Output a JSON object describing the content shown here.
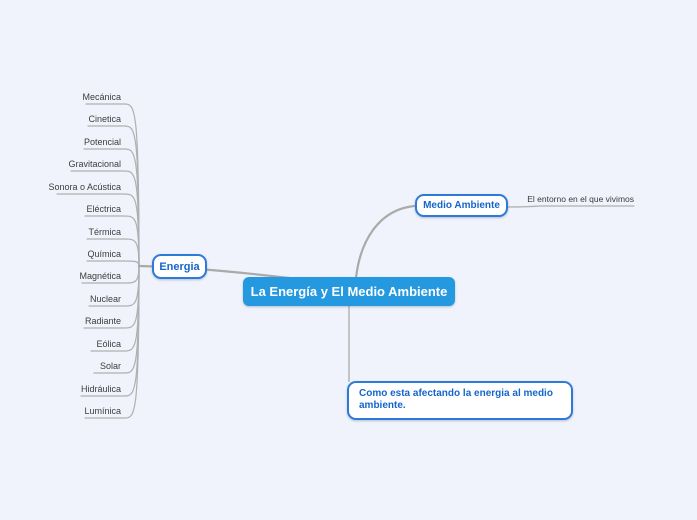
{
  "colors": {
    "background": "#f0f3fb",
    "root_fill": "#2499e0",
    "node_border": "#2e7ad9",
    "node_text": "#1565cd",
    "leaf_text": "#3d3d3d",
    "connector": "#b0b0b0"
  },
  "map": {
    "root": {
      "label": "La Energía y El Medio Ambiente"
    },
    "energia": {
      "label": "Energia",
      "leaves": [
        {
          "label": "Mecánica"
        },
        {
          "label": "Cinetica"
        },
        {
          "label": "Potencial"
        },
        {
          "label": "Gravitacional"
        },
        {
          "label": "Sonora o Acústica"
        },
        {
          "label": "Eléctrica"
        },
        {
          "label": "Térmica"
        },
        {
          "label": "Química"
        },
        {
          "label": "Magnética"
        },
        {
          "label": "Nuclear"
        },
        {
          "label": "Radiante"
        },
        {
          "label": "Eólica"
        },
        {
          "label": "Solar"
        },
        {
          "label": "Hidráulica"
        },
        {
          "label": "Lumínica"
        }
      ]
    },
    "medio_ambiente": {
      "label": "Medio Ambiente",
      "leaf": {
        "label": "El entorno en el que vivimos"
      }
    },
    "impacto": {
      "label": "Como esta afectando la energia al medio ambiente."
    }
  }
}
